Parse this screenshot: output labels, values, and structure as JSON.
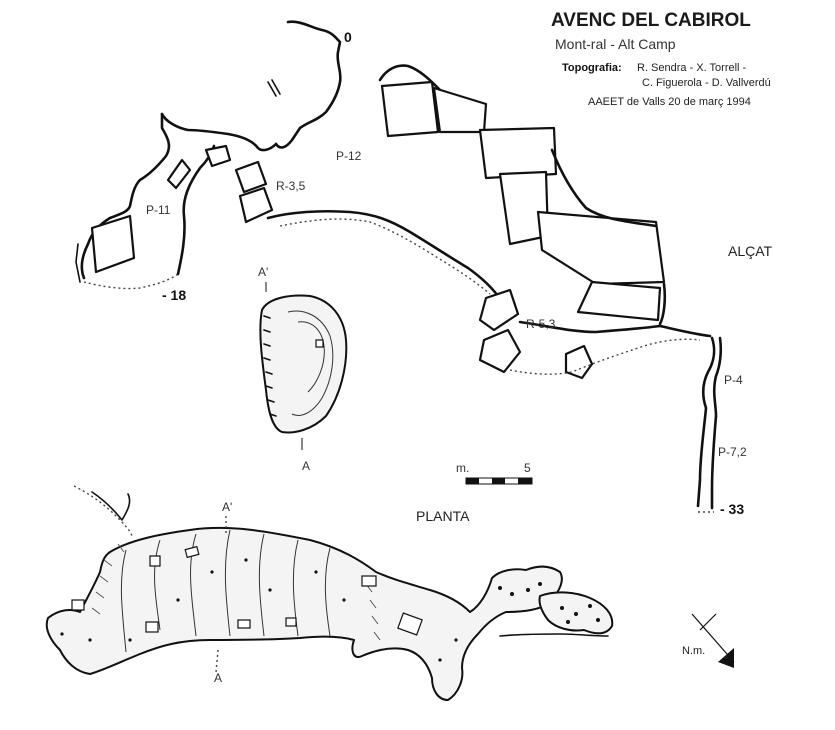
{
  "header": {
    "title": "AVENC DEL CABIROL",
    "location": "Mont-ral  -  Alt Camp",
    "topografia_label": "Topografia:",
    "authors_line1": "R. Sendra - X. Torrell -",
    "authors_line2": "C. Figuerola - D. Vallverdú",
    "org_date": "AAEET de Valls    20 de març 1994"
  },
  "section_view": {
    "label": "ALÇAT",
    "depth_labels": [
      "0",
      "- 18",
      "- 33"
    ],
    "pitch_labels": [
      "P-12",
      "R-3,5",
      "P-11",
      "R-5,3",
      "P-4",
      "P-7,2"
    ],
    "cross_section_labels": [
      "A'",
      "A"
    ]
  },
  "plan_view": {
    "label": "PLANTA",
    "cross_section_labels": [
      "A'",
      "A"
    ]
  },
  "scale_bar": {
    "unit": "m.",
    "max": "5"
  },
  "north_arrow": {
    "label": "N.m.",
    "icon": "north-arrow-icon"
  },
  "colors": {
    "ink": "#111111",
    "paper": "#ffffff"
  }
}
